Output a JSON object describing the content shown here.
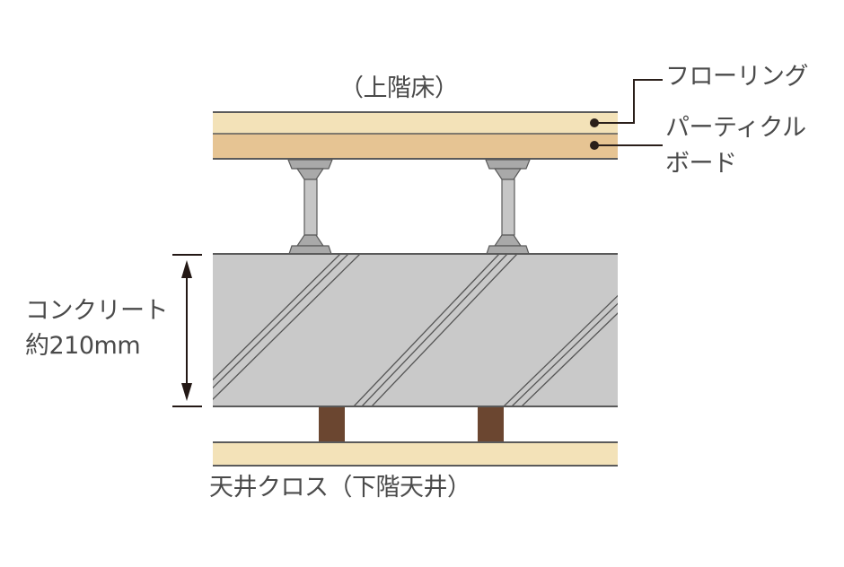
{
  "labels": {
    "upper_floor": "（上階床）",
    "flooring": "フローリング",
    "particle_board_line1": "パーティクル",
    "particle_board_line2": "ボード",
    "concrete_line1": "コンクリート",
    "concrete_line2": "約210mm",
    "ceiling": "天井クロス（下階天井）"
  },
  "colors": {
    "flooring": "#f3e2b8",
    "particle_board": "#e6c493",
    "concrete": "#c9c9c9",
    "support_bolt": "#a9a9a9",
    "support_shaft": "#c6c6c6",
    "joist": "#6b4630",
    "ceiling_board": "#f3e2b8",
    "outline": "#5a5a5a",
    "leader": "#2a1f1a",
    "text": "#4a4a4a"
  }
}
